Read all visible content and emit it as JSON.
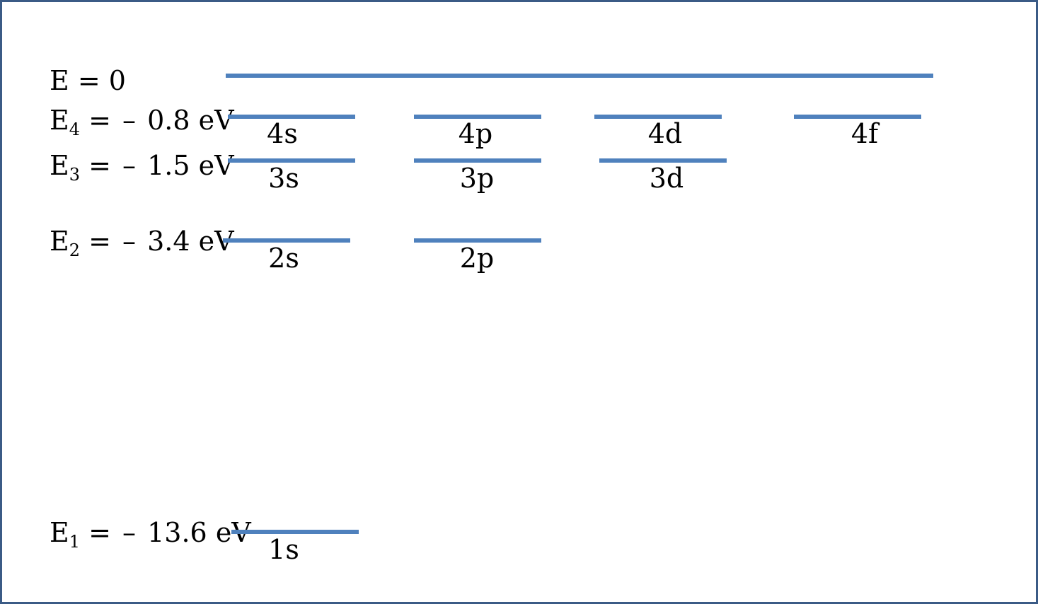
{
  "energy_levels": {
    "e0": {
      "symbol": "E",
      "sub": "",
      "value": "= 0"
    },
    "e4": {
      "symbol": "E",
      "sub": "4",
      "value": "= ",
      "sign": "–",
      "magnitude": " 0.8 eV"
    },
    "e3": {
      "symbol": "E",
      "sub": "3",
      "value": "= ",
      "sign": "–",
      "magnitude": " 1.5 eV"
    },
    "e2": {
      "symbol": "E",
      "sub": "2",
      "value": "= ",
      "sign": "–",
      "magnitude": " 3.4 eV"
    },
    "e1": {
      "symbol": "E",
      "sub": "1",
      "value": "= ",
      "sign": "–",
      "magnitude": " 13.6 eV"
    }
  },
  "orbitals": {
    "o4s": "4s",
    "o4p": "4p",
    "o4d": "4d",
    "o4f": "4f",
    "o3s": "3s",
    "o3p": "3p",
    "o3d": "3d",
    "o2s": "2s",
    "o2p": "2p",
    "o1s": "1s"
  },
  "colors": {
    "level_line": "#4f81bd",
    "border": "#3b5b86"
  }
}
